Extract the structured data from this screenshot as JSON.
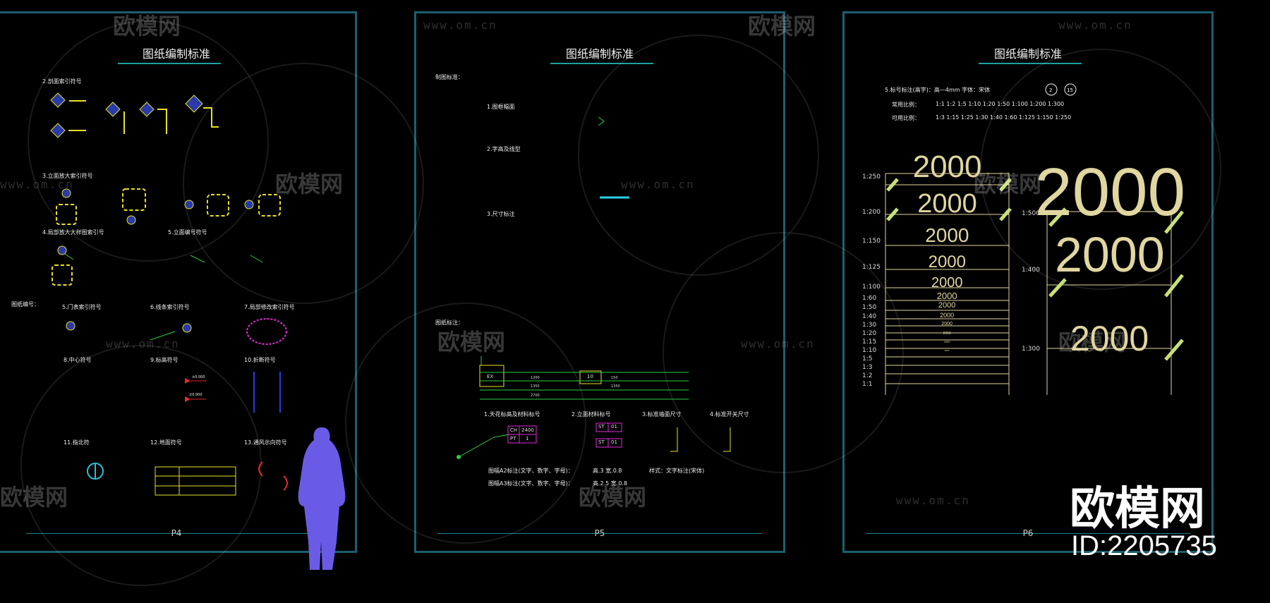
{
  "watermark": {
    "site": "www.om.cn",
    "logo": "欧模网"
  },
  "brand": {
    "logo": "欧模网",
    "id": "ID:2205735"
  },
  "sheets": [
    {
      "title": "图纸编制标准",
      "page": "P4"
    },
    {
      "title": "图纸编制标准",
      "page": "P5"
    },
    {
      "title": "图纸编制标准",
      "page": "P6"
    }
  ],
  "p4": {
    "s2": "2.剖面索引符号",
    "s3": "3.立面放大索引符号",
    "s4": "4.局部放大大样图索引号",
    "s5": "5.立面编号符号",
    "label_code": "图纸编号：",
    "s5b": "5.门表索引符号",
    "s6": "6.线条索引符号",
    "s7": "7.局部修改索引符号",
    "s8": "8.中心符号",
    "s9": "9.标高符号",
    "s10": "10.折断符号",
    "s11": "11.指北符",
    "s12": "12.地面符号",
    "s13": "13.通风示向符号",
    "elev1": "±0.000",
    "elev2": "±0.000"
  },
  "p5": {
    "heading1": "制图标准：",
    "i1": "1.图框幅面",
    "i2": "2.字高及线型",
    "i3": "3.尺寸标注",
    "heading2": "图纸标注：",
    "j1": "1.天花标高及材料标号",
    "j2": "2.立面材料标号",
    "j3": "3.标准墙面尺寸",
    "j4": "4.标准开关尺寸",
    "code_ch": "CH",
    "code_2400": "2400",
    "code_pt": "PT",
    "code_1": "1",
    "code_st": "ST",
    "code_01": "01",
    "dim_ex": "EX",
    "dim_10": "10",
    "d1200": "1200",
    "d150": "150",
    "d1350": "1350",
    "d2700": "2700",
    "note_a": "图幅A2标注(文字、数字、字母)：",
    "note_b": "图幅A3标注(文字、数字、字母)：",
    "note_a2": "高.3 宽.0.8",
    "note_b2": "高.2.5 宽.0.8",
    "note_c": "样式：文字标注(宋体)"
  },
  "p6": {
    "line1": "5.标号标注(高字)：高—4mm 字体：宋体",
    "circle_a": "2",
    "circle_b": "15",
    "common_label": "常用比例：",
    "common_values": "1:1    1:2    1:5    1:10    1:20    1:50    1:100    1:200    1:300",
    "optional_label": "可用比例：",
    "optional_values": "1:3    1:15    1:25    1:30    1:40    1:60    1:125    1:150    1:250",
    "sample": "2000",
    "left_scales": [
      "1:250",
      "1:200",
      "1:150",
      "1:125",
      "1:100",
      "1:60",
      "1:50",
      "1:40",
      "1:30",
      "1:20",
      "1:15",
      "1:10",
      "1:5",
      "1:3",
      "1:2",
      "1:1"
    ],
    "right_scales": [
      "1:500",
      "1:400",
      "1:300"
    ]
  }
}
